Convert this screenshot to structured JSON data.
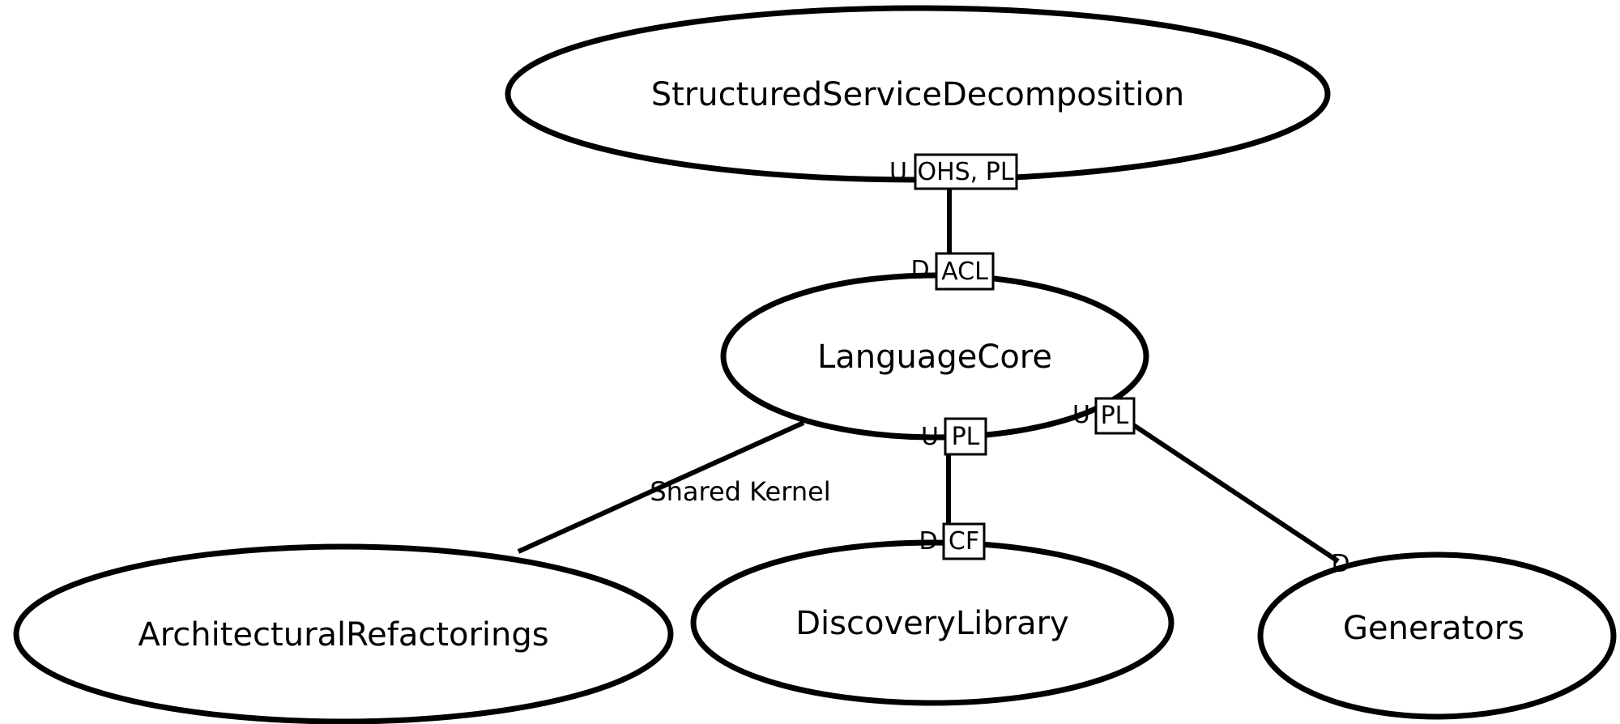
{
  "diagram": {
    "type": "context-map",
    "colors": {
      "stroke": "#000000",
      "fill": "#ffffff",
      "background": "#ffffff"
    },
    "nodes": [
      {
        "id": "structured-service-decomposition",
        "label": "StructuredServiceDecomposition"
      },
      {
        "id": "language-core",
        "label": "LanguageCore"
      },
      {
        "id": "architectural-refactorings",
        "label": "ArchitecturalRefactorings"
      },
      {
        "id": "discovery-library",
        "label": "DiscoveryLibrary"
      },
      {
        "id": "generators",
        "label": "Generators"
      }
    ],
    "edges": [
      {
        "from": "StructuredServiceDecomposition",
        "to": "LanguageCore",
        "from_role": "U",
        "from_patterns": "OHS, PL",
        "to_role": "D",
        "to_patterns": "ACL"
      },
      {
        "from": "LanguageCore",
        "to": "DiscoveryLibrary",
        "from_role": "U",
        "from_patterns": "PL",
        "to_role": "D",
        "to_patterns": "CF"
      },
      {
        "from": "LanguageCore",
        "to": "Generators",
        "from_role": "U",
        "from_patterns": "PL",
        "to_role": "D"
      },
      {
        "from": "LanguageCore",
        "to": "ArchitecturalRefactorings",
        "label": "Shared Kernel"
      }
    ]
  }
}
